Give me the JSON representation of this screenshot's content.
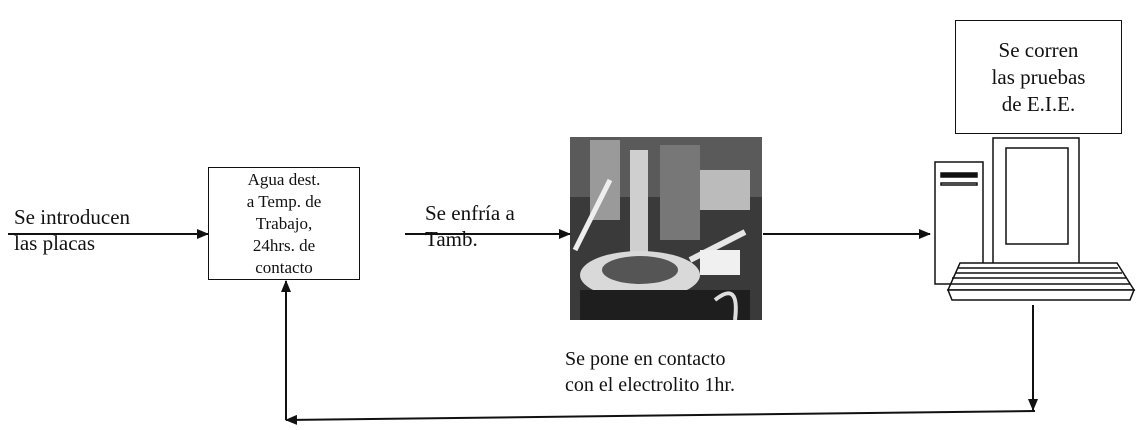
{
  "input_label": [
    "Se introducen",
    "las placas"
  ],
  "process_box": [
    "Agua dest.",
    "a Temp. de",
    "Trabajo,",
    "24hrs. de",
    "contacto"
  ],
  "cool_label": [
    "Se enfría a",
    "Tamb."
  ],
  "contact_label": [
    "Se pone en contacto",
    "con el electrolito 1hr."
  ],
  "tests_box": [
    "Se corren",
    "las pruebas",
    "de E.I.E."
  ],
  "colors": {
    "line": "#111111",
    "photo_dark": "#2a2a2a",
    "photo_light": "#e6e6e6"
  },
  "icons": {
    "photo": "electrochemical-cell-photo",
    "computer": "computer-icon"
  }
}
